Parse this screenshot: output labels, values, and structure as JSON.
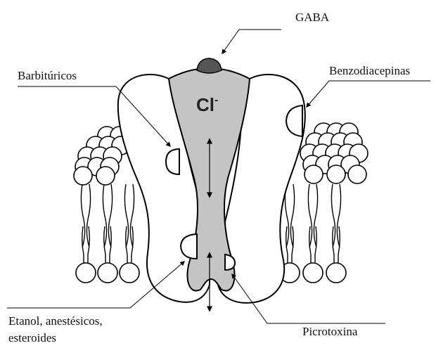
{
  "labels": {
    "gaba": "GABA",
    "barbituricos": "Barbitúricos",
    "benzodiacepinas": "Benzodiacepinas",
    "etanol_line1": "Etanol, anestésicos,",
    "etanol_line2": "esteroides",
    "picrotoxina": "Picrotoxina",
    "ion": "Cl",
    "ion_charge": "-"
  },
  "colors": {
    "channel_fill": "#c4c4c4",
    "gaba_site_fill": "#555555",
    "outline": "#000000",
    "background": "#ffffff"
  }
}
